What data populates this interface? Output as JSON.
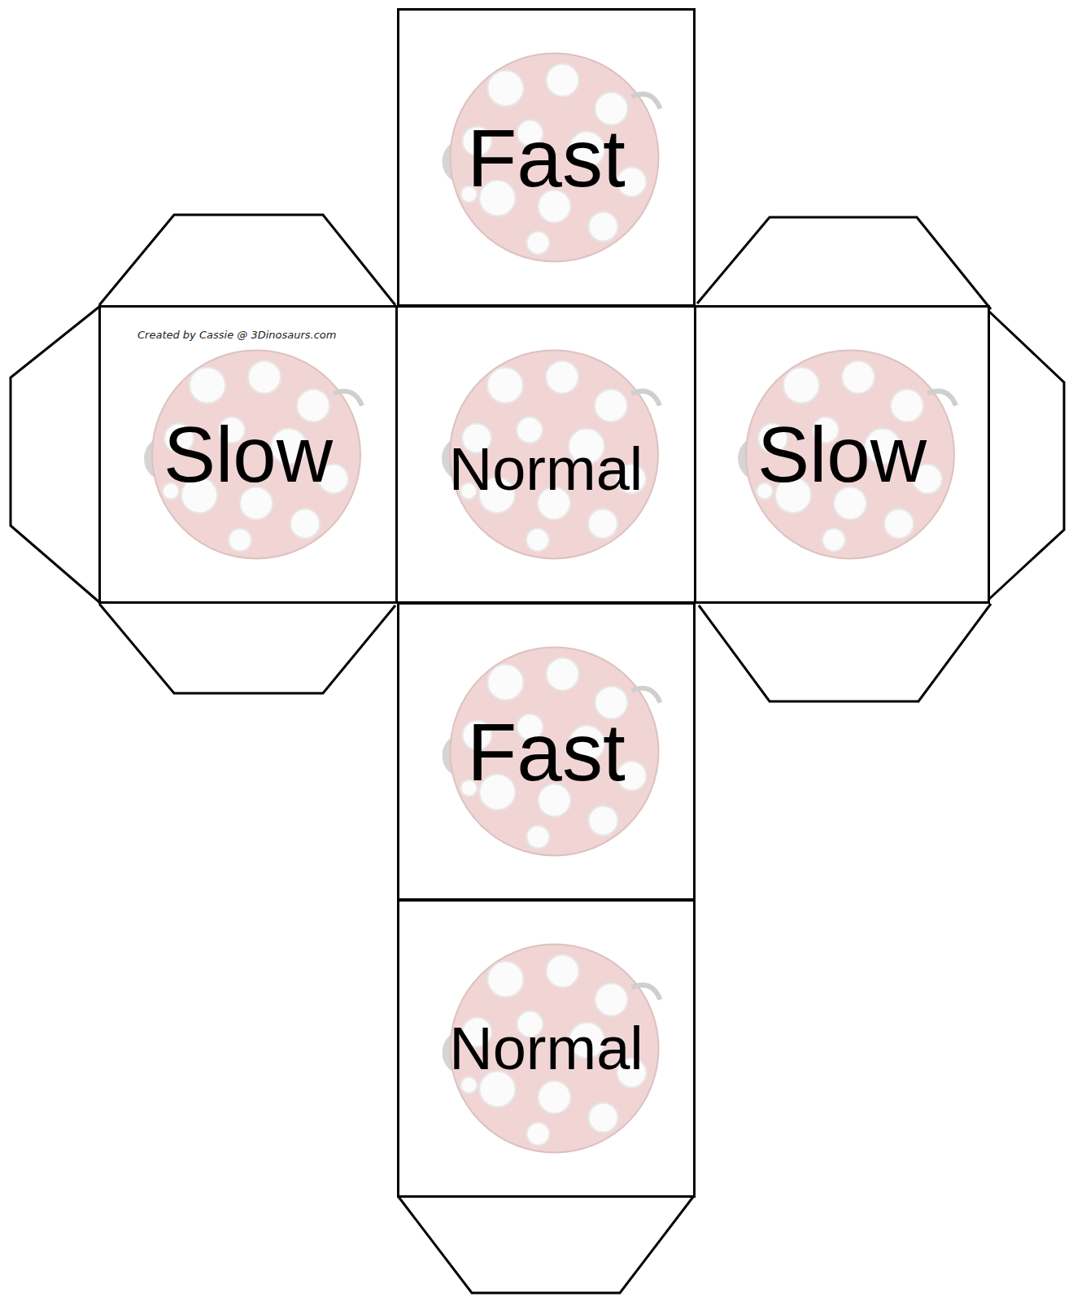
{
  "diagram": {
    "nodes": [
      {
        "text": [
          "Fast"
        ]
      },
      {
        "text": [
          "Slow"
        ]
      },
      {
        "text": [
          "Normal"
        ]
      },
      {
        "text": [
          "Slow"
        ]
      },
      {
        "text": [
          "Fast"
        ]
      },
      {
        "text": [
          "Normal"
        ]
      }
    ],
    "labels": [
      "Created by Cassie @ 3Dinosaurs.com"
    ]
  }
}
